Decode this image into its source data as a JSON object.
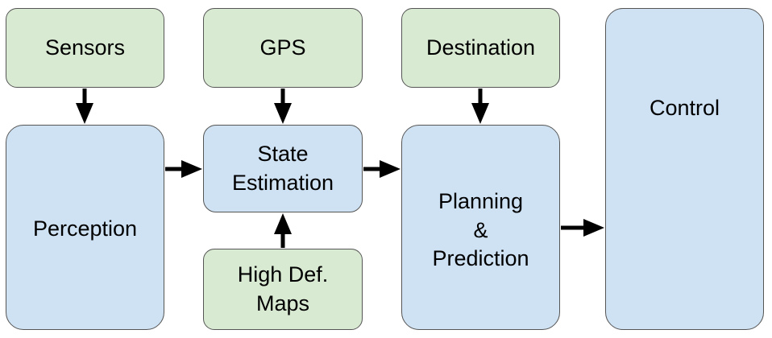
{
  "nodes": {
    "sensors": "Sensors",
    "gps": "GPS",
    "destination": "Destination",
    "perception": "Perception",
    "state_estimation": "State\nEstimation",
    "high_def_maps": "High Def.\nMaps",
    "planning_prediction": "Planning\n&\nPrediction",
    "control": "Control"
  },
  "colors": {
    "input_box": "#d9ead3",
    "process_box": "#cfe2f3",
    "border": "#555555",
    "arrow": "#000000"
  }
}
